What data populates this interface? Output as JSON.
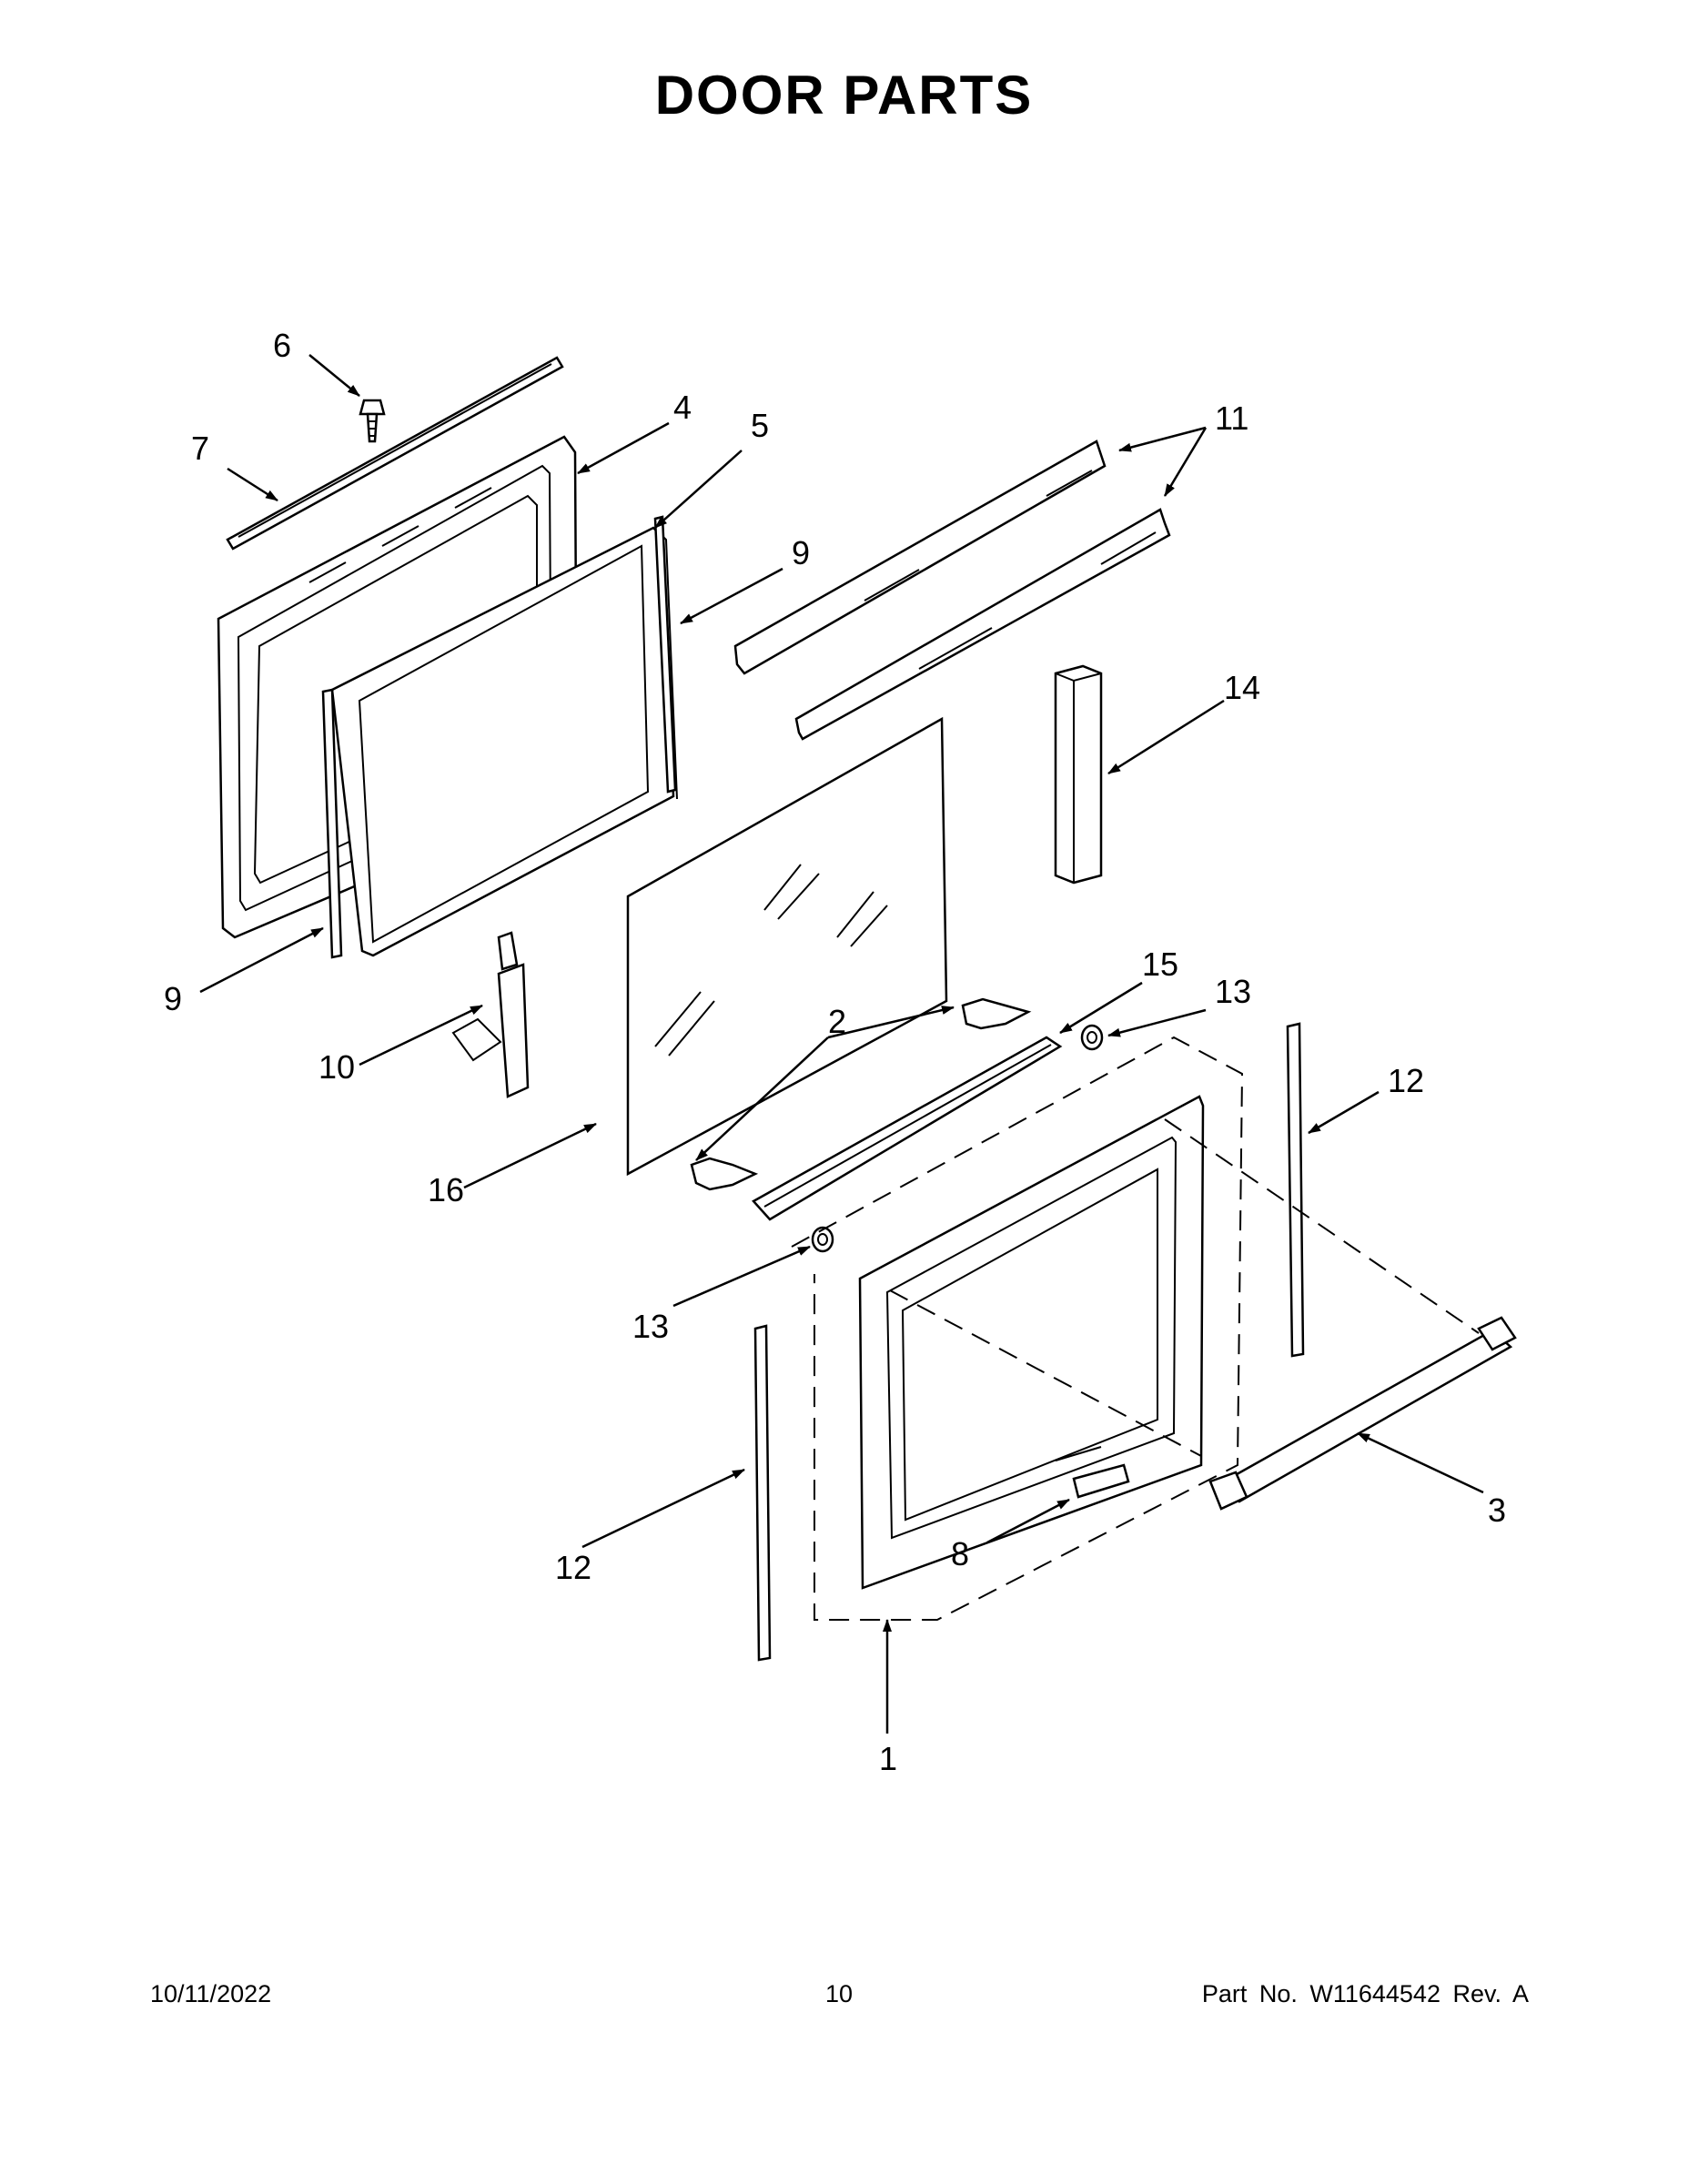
{
  "title": "DOOR PARTS",
  "callouts": {
    "c1": "1",
    "c2": "2",
    "c3": "3",
    "c4": "4",
    "c5": "5",
    "c6": "6",
    "c7": "7",
    "c8": "8",
    "c9a": "9",
    "c9b": "9",
    "c10": "10",
    "c11": "11",
    "c12a": "12",
    "c12b": "12",
    "c13a": "13",
    "c13b": "13",
    "c14": "14",
    "c15": "15",
    "c16": "16"
  },
  "footer": {
    "date": "10/11/2022",
    "page": "10",
    "part": "Part No.  W11644542  Rev.  A"
  }
}
